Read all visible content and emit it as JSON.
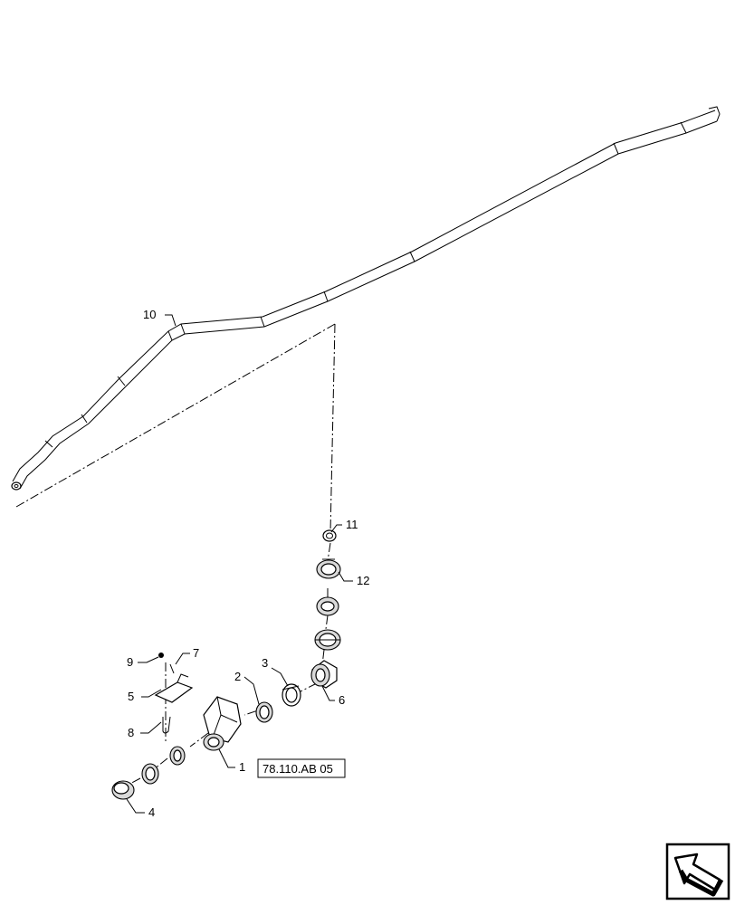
{
  "diagram": {
    "callouts": {
      "c1": "1",
      "c2": "2",
      "c3": "3",
      "c4": "4",
      "c5": "5",
      "c6": "6",
      "c7": "7",
      "c8": "8",
      "c9": "9",
      "c10": "10",
      "c11": "11",
      "c12": "12"
    },
    "reference_box": "78.110.AB 05",
    "nav_icon": "next-page-arrow-icon"
  }
}
